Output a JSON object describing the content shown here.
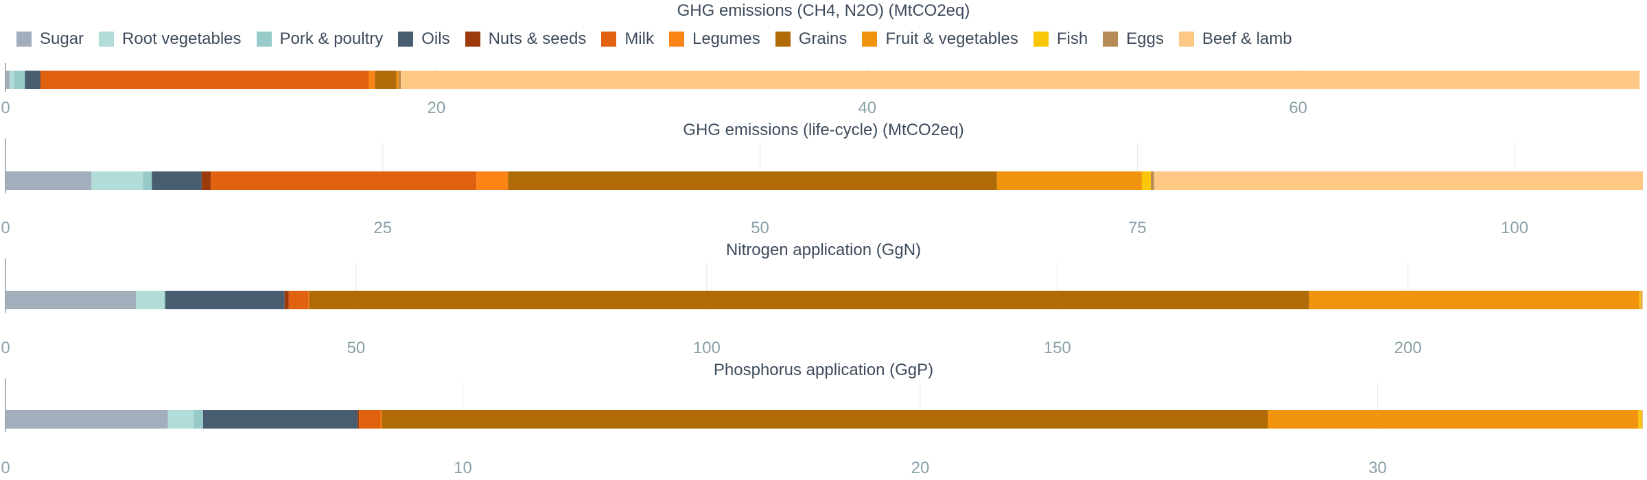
{
  "colors": {
    "Sugar": "#a2aebb",
    "Root vegetables": "#b2dcd8",
    "Pork & poultry": "#96cbca",
    "Oils": "#485d70",
    "Nuts & seeds": "#9c3a0c",
    "Milk": "#e0610f",
    "Legumes": "#fb8416",
    "Grains": "#b06a07",
    "Fruit & vegetables": "#f2930d",
    "Fish": "#fac708",
    "Eggs": "#b68a55",
    "Beef & lamb": "#fcc883"
  },
  "legend": [
    "Sugar",
    "Root vegetables",
    "Pork & poultry",
    "Oils",
    "Nuts & seeds",
    "Milk",
    "Legumes",
    "Grains",
    "Fruit & vegetables",
    "Fish",
    "Eggs",
    "Beef & lamb"
  ],
  "chart_data": [
    {
      "type": "bar",
      "orientation": "horizontal-stacked",
      "title": "GHG emissions (CH4, N2O) (MtCO2eq)",
      "xlim": [
        0,
        76
      ],
      "ticks": [
        0,
        20,
        40,
        60
      ],
      "series": [
        {
          "name": "Sugar",
          "value": 0.2
        },
        {
          "name": "Root vegetables",
          "value": 0.2
        },
        {
          "name": "Pork & poultry",
          "value": 0.5
        },
        {
          "name": "Oils",
          "value": 0.7
        },
        {
          "name": "Nuts & seeds",
          "value": 0.05
        },
        {
          "name": "Milk",
          "value": 15.2
        },
        {
          "name": "Legumes",
          "value": 0.3
        },
        {
          "name": "Grains",
          "value": 1.0
        },
        {
          "name": "Fruit & vegetables",
          "value": 0.1
        },
        {
          "name": "Fish",
          "value": 0.0
        },
        {
          "name": "Eggs",
          "value": 0.1
        },
        {
          "name": "Beef & lamb",
          "value": 57.5
        }
      ]
    },
    {
      "type": "bar",
      "orientation": "horizontal-stacked",
      "title": "GHG emissions (life-cycle) (MtCO2eq)",
      "xlim": [
        0,
        108.5
      ],
      "ticks": [
        0,
        25,
        50,
        75,
        100
      ],
      "series": [
        {
          "name": "Sugar",
          "value": 5.7
        },
        {
          "name": "Root vegetables",
          "value": 3.4
        },
        {
          "name": "Pork & poultry",
          "value": 0.6
        },
        {
          "name": "Oils",
          "value": 3.3
        },
        {
          "name": "Nuts & seeds",
          "value": 0.6
        },
        {
          "name": "Milk",
          "value": 17.6
        },
        {
          "name": "Legumes",
          "value": 2.1
        },
        {
          "name": "Grains",
          "value": 32.4
        },
        {
          "name": "Fruit & vegetables",
          "value": 9.6
        },
        {
          "name": "Fish",
          "value": 0.6
        },
        {
          "name": "Eggs",
          "value": 0.2
        },
        {
          "name": "Beef & lamb",
          "value": 32.4
        }
      ]
    },
    {
      "type": "bar",
      "orientation": "horizontal-stacked",
      "title": "Nitrogen application (GgN)",
      "xlim": [
        0,
        233.5
      ],
      "ticks": [
        0,
        50,
        100,
        150,
        200
      ],
      "series": [
        {
          "name": "Sugar",
          "value": 18.6
        },
        {
          "name": "Root vegetables",
          "value": 4.0
        },
        {
          "name": "Pork & poultry",
          "value": 0.2
        },
        {
          "name": "Oils",
          "value": 17.0
        },
        {
          "name": "Nuts & seeds",
          "value": 0.6
        },
        {
          "name": "Milk",
          "value": 2.8
        },
        {
          "name": "Legumes",
          "value": 0.1
        },
        {
          "name": "Grains",
          "value": 142.6
        },
        {
          "name": "Fruit & vegetables",
          "value": 47.1
        },
        {
          "name": "Fish",
          "value": 0.2
        },
        {
          "name": "Eggs",
          "value": 0.1
        },
        {
          "name": "Beef & lamb",
          "value": 0.2
        }
      ]
    },
    {
      "type": "bar",
      "orientation": "horizontal-stacked",
      "title": "Phosphorus application (GgP)",
      "xlim": [
        0,
        35.8
      ],
      "ticks": [
        0,
        10,
        20,
        30
      ],
      "series": [
        {
          "name": "Sugar",
          "value": 3.55
        },
        {
          "name": "Root vegetables",
          "value": 0.57
        },
        {
          "name": "Pork & poultry",
          "value": 0.2
        },
        {
          "name": "Oils",
          "value": 3.38
        },
        {
          "name": "Nuts & seeds",
          "value": 0.03
        },
        {
          "name": "Milk",
          "value": 0.47
        },
        {
          "name": "Legumes",
          "value": 0.03
        },
        {
          "name": "Grains",
          "value": 19.37
        },
        {
          "name": "Fruit & vegetables",
          "value": 8.1
        },
        {
          "name": "Fish",
          "value": 0.08
        },
        {
          "name": "Eggs",
          "value": 0.01
        },
        {
          "name": "Beef & lamb",
          "value": 0.01
        }
      ]
    }
  ]
}
